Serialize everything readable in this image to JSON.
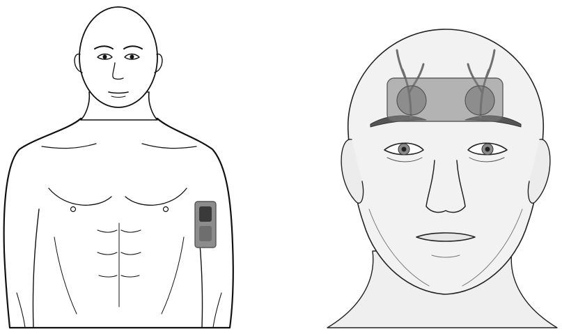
{
  "figure": {
    "panels": [
      {
        "id": "torso",
        "device_site": "upper-arm"
      },
      {
        "id": "head",
        "device_site": "forehead"
      }
    ],
    "colors": {
      "line": "#111111",
      "skin_left": "#ffffff",
      "skin_right": "#f2f2f2",
      "skin_shade": "#e4e4e4",
      "patch_fill": "#7f7f7f",
      "patch_border": "#5e5e5e",
      "electrode_dark": "#3a3a3a",
      "electrode_mid": "#6e6e6e",
      "vessel": "#6f6f6f"
    },
    "icons": {
      "arm_device": "rectangular-patch-with-two-electrodes",
      "forehead_device": "translucent-rectangular-patch-with-two-round-electrodes"
    }
  }
}
